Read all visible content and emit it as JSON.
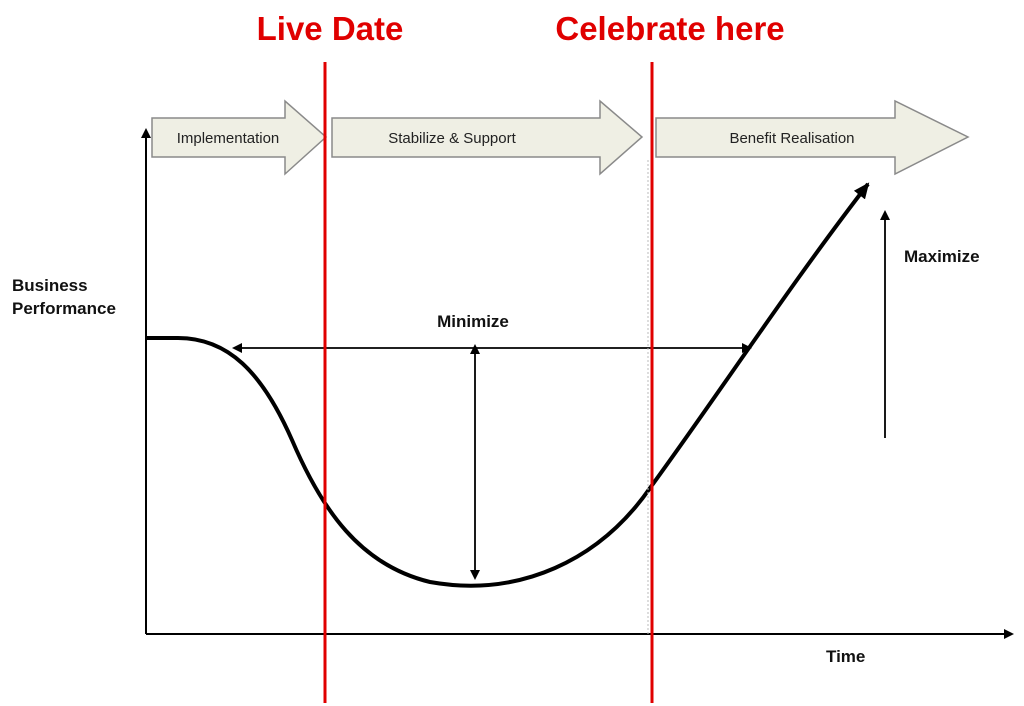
{
  "milestones": {
    "live_date": "Live Date",
    "celebrate": "Celebrate here"
  },
  "phases": [
    {
      "label": "Implementation"
    },
    {
      "label": "Stabilize & Support"
    },
    {
      "label": "Benefit Realisation"
    }
  ],
  "axes": {
    "y_label_line1": "Business",
    "y_label_line2": "Performance",
    "x_label": "Time"
  },
  "annotations": {
    "minimize": "Minimize",
    "maximize": "Maximize"
  },
  "colors": {
    "milestone_red": "#e00000",
    "arrow_fill": "#efefe4",
    "arrow_stroke": "#8a8a8a",
    "curve": "#000000"
  }
}
